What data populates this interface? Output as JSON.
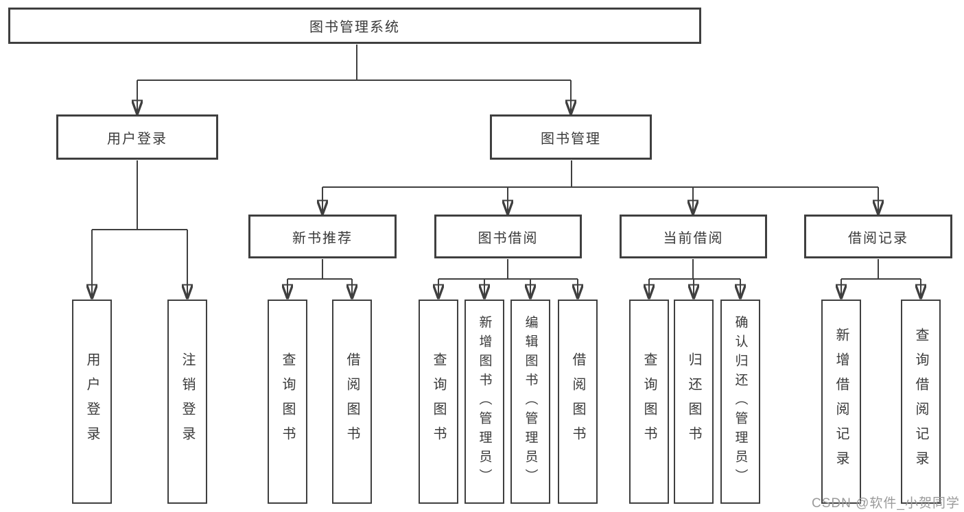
{
  "diagram": {
    "title": "图书管理系统",
    "root": {
      "label": "图书管理系统"
    },
    "level2": [
      {
        "label": "用户登录",
        "parent": "图书管理系统"
      },
      {
        "label": "图书管理",
        "parent": "图书管理系统"
      }
    ],
    "level3": [
      {
        "label": "新书推荐",
        "parent": "图书管理"
      },
      {
        "label": "图书借阅",
        "parent": "图书管理"
      },
      {
        "label": "当前借阅",
        "parent": "图书管理"
      },
      {
        "label": "借阅记录",
        "parent": "图书管理"
      }
    ],
    "leaves": [
      {
        "label": "用户登录",
        "parent": "用户登录"
      },
      {
        "label": "注销登录",
        "parent": "用户登录"
      },
      {
        "label": "查询图书",
        "parent": "新书推荐"
      },
      {
        "label": "借阅图书",
        "parent": "新书推荐"
      },
      {
        "label": "查询图书",
        "parent": "图书借阅"
      },
      {
        "label": "新增图书（管理员）",
        "parent": "图书借阅"
      },
      {
        "label": "编辑图书（管理员）",
        "parent": "图书借阅"
      },
      {
        "label": "借阅图书",
        "parent": "图书借阅"
      },
      {
        "label": "查询图书",
        "parent": "当前借阅"
      },
      {
        "label": "归还图书",
        "parent": "当前借阅"
      },
      {
        "label": "确认归还（管理员）",
        "parent": "当前借阅"
      },
      {
        "label": "新增借阅记录",
        "parent": "借阅记录"
      },
      {
        "label": "查询借阅记录",
        "parent": "借阅记录"
      }
    ]
  },
  "watermark": {
    "text": "CSDN @软件_小贺同学"
  },
  "colors": {
    "line": "#3f3f3f",
    "text": "#3a3a3a",
    "background": "#ffffff",
    "watermark": "#9a9a9a"
  }
}
